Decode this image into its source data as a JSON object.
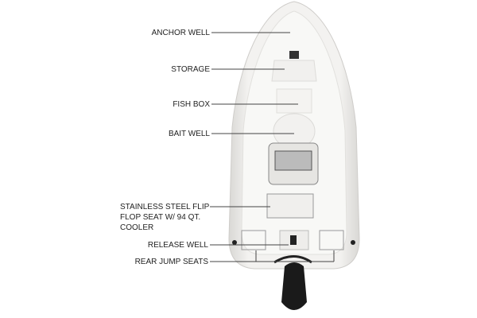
{
  "labels": {
    "anchor_well": "ANCHOR WELL",
    "storage": "STORAGE",
    "fish_box": "FISH BOX",
    "bait_well": "BAIT WELL",
    "flip_seat_line1": "STAINLESS STEEL FLIP",
    "flip_seat_line2": "FLOP SEAT W/ 94 QT.",
    "flip_seat_line3": "COOLER",
    "release_well": "RELEASE WELL",
    "rear_jump_seats": "REAR JUMP SEATS"
  },
  "colors": {
    "hull": "#efeeec",
    "deck": "#f7f7f5",
    "motor": "#1a1a1a",
    "leader": "#444444"
  }
}
